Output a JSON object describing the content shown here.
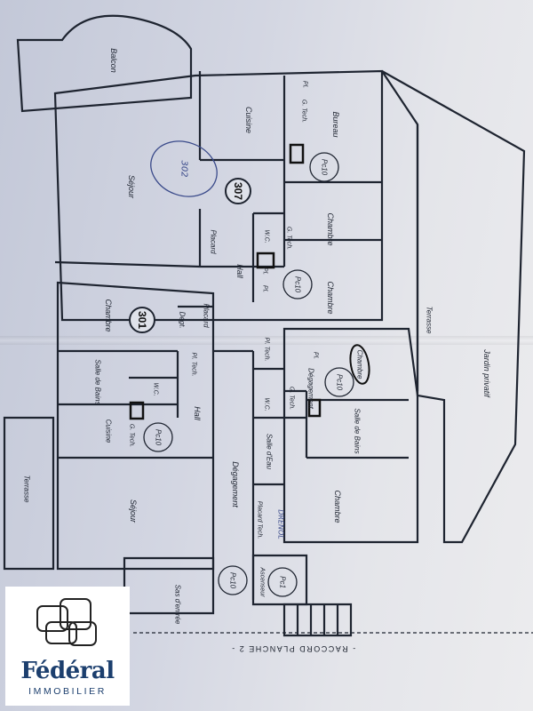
{
  "plan": {
    "upper_apartment": {
      "number": "307",
      "handwritten_ref": "302",
      "rooms": {
        "balcony": "Balcon",
        "kitchen": "Cuisine",
        "office": "Bureau",
        "living": "Séjour",
        "bedroom_1": "Chambre",
        "bedroom_2": "Chambre",
        "hall": "Hall",
        "closet": "Placard",
        "wc": "W.C.",
        "gtech_1": "G. Tech.",
        "gtech_2": "G. Tech.",
        "pl_1": "Pl.",
        "pl_2": "Pl.",
        "pl_3": "Pl."
      },
      "pc_marks": [
        "Pc10",
        "Pc10"
      ]
    },
    "lower_apartment": {
      "number": "301",
      "rooms": {
        "bedroom": "Chambre",
        "closet": "Placard",
        "closet_abbr": "Dégt.",
        "bathroom": "Salle de Bains",
        "wc": "W.C.",
        "kitchen": "Cuisine",
        "gtech": "G. Tech.",
        "living": "Séjour",
        "terrace": "Terrasse",
        "hall": "Hall",
        "pl_tech": "Pl. Tech."
      },
      "pc_marks": [
        "Pc10"
      ]
    },
    "right_apartment": {
      "rooms": {
        "bedroom_circled": "Chambre",
        "bathroom": "Salle de Bains",
        "shower_room": "Salle d'Eau",
        "wc": "W.C.",
        "gtech": "G. Tech.",
        "clearance": "Dégagement",
        "bedroom": "Chambre",
        "pl_tech": "Pl. Tech.",
        "pl": "Pl."
      },
      "pc_marks": [
        "Pc10"
      ]
    },
    "common": {
      "clearance": "Dégagement",
      "closet_tech": "Placard Tech.",
      "elevator": "Ascenseur",
      "entry_airlock": "Sas d'entrée",
      "terrace": "Terrasse",
      "private_garden": "Jardin privatif",
      "handwritten_note": "DRENOL",
      "pc_marks": [
        "Pc10",
        "Pc1"
      ]
    },
    "footer_caption": "- RACCORD PLANCHE 2 -"
  },
  "logo": {
    "brand": "Fédéral",
    "tagline": "IMMOBILIER"
  },
  "colors": {
    "ink": "#1e2430",
    "paper": "#dfe2ea",
    "handwriting": "#3a4a8a",
    "brand_blue": "#1c3f6e"
  }
}
